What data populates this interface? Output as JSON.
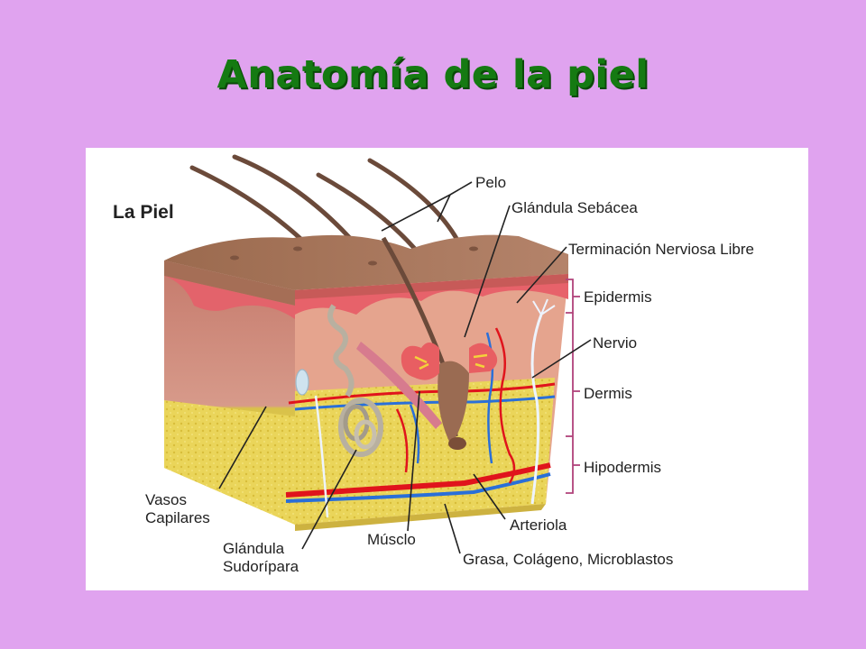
{
  "slide": {
    "title": "Anatomía de la piel",
    "background": "#e0a3ef",
    "title_color": "#157a12"
  },
  "diagram": {
    "heading": "La Piel",
    "labels": {
      "pelo": "Pelo",
      "glandula_sebacea": "Glándula Sebácea",
      "terminacion_nerviosa": "Terminación Nerviosa Libre",
      "epidermis": "Epidermis",
      "nervio": "Nervio",
      "dermis": "Dermis",
      "hipodermis": "Hipodermis",
      "vasos_capilares_1": "Vasos",
      "vasos_capilares_2": "Capilares",
      "glandula_sudoripara_1": "Glándula",
      "glandula_sudoripara_2": "Sudorípara",
      "musculo": "Músclo",
      "arteriola": "Arteriola",
      "grasa": "Grasa, Colágeno, Microblastos"
    },
    "colors": {
      "epidermis_top": "#a8765a",
      "epidermis": "#e8626a",
      "dermis": "#e7a58e",
      "hypodermis": "#e9d24f",
      "artery": "#e0141c",
      "vein": "#2a6fd8",
      "bracket": "#b0427a"
    }
  }
}
